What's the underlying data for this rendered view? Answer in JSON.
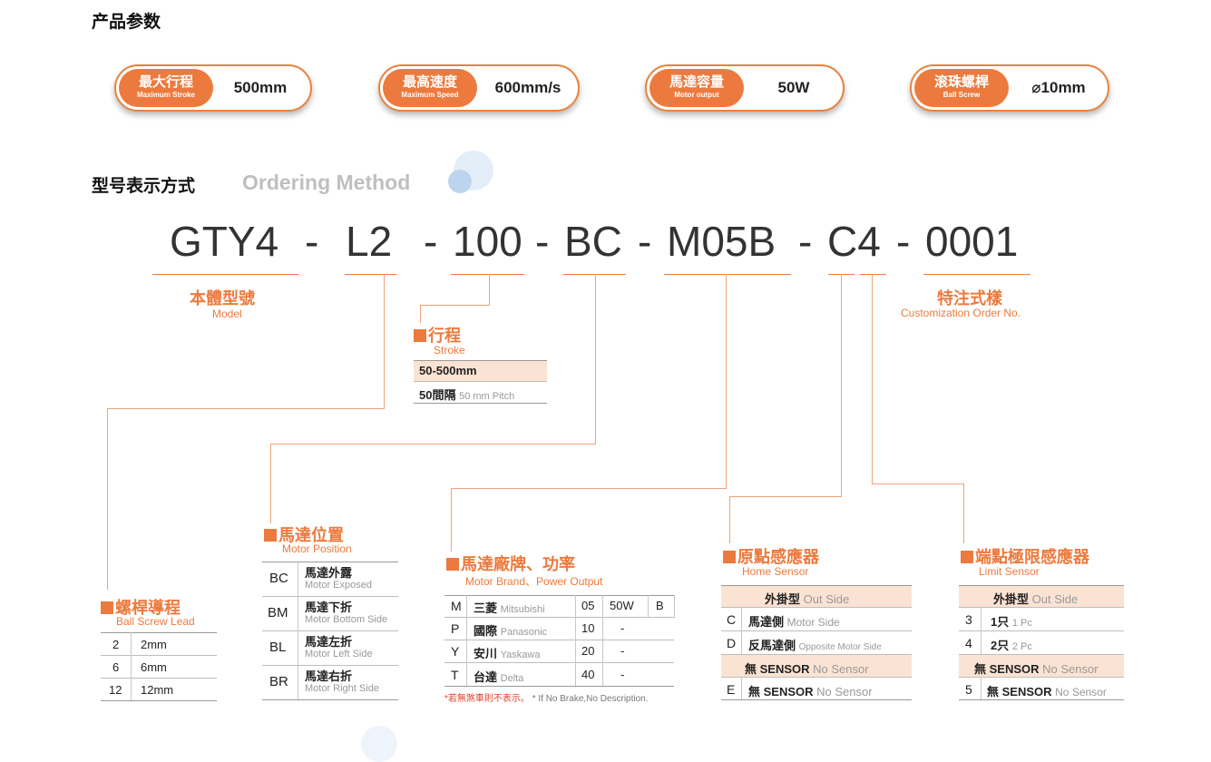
{
  "headings": {
    "params": "产品参数",
    "ordering_zh": "型号表示方式",
    "ordering_en": "Ordering Method"
  },
  "params": [
    {
      "zh": "最大行程",
      "en": "Maximum Stroke",
      "value": "500mm"
    },
    {
      "zh": "最高速度",
      "en": "Maximum Speed",
      "value": "600mm/s"
    },
    {
      "zh": "馬達容量",
      "en": "Motor output",
      "value": "50W"
    },
    {
      "zh": "滚珠螺桿",
      "en": "Ball Screw",
      "value": "⌀10mm"
    }
  ],
  "code": {
    "seg0": "GTY4",
    "seg1": "L2",
    "seg2": "100",
    "seg3": "BC",
    "seg4": "M05B",
    "seg5": "C4",
    "seg6": "0001",
    "sep": "-"
  },
  "model": {
    "zh": "本體型號",
    "en": "Model"
  },
  "custom": {
    "zh": "特注式樣",
    "en": "Customization Order No."
  },
  "stroke": {
    "zh": "行程",
    "en": "Stroke",
    "row1": "50-500mm",
    "row2_zh": "50間隔",
    "row2_en": "50 mm Pitch"
  },
  "lead": {
    "zh": "螺桿導程",
    "en": "Ball Screw Lead",
    "rows": [
      {
        "code": "2",
        "val": "2mm"
      },
      {
        "code": "6",
        "val": "6mm"
      },
      {
        "code": "12",
        "val": "12mm"
      }
    ]
  },
  "position": {
    "zh": "馬達位置",
    "en": "Motor Position",
    "rows": [
      {
        "code": "BC",
        "zh": "馬達外露",
        "en": "Motor Exposed"
      },
      {
        "code": "BM",
        "zh": "馬達下折",
        "en": "Motor Bottom Side"
      },
      {
        "code": "BL",
        "zh": "馬達左折",
        "en": "Motor Left Side"
      },
      {
        "code": "BR",
        "zh": "馬達右折",
        "en": "Motor Right Side"
      }
    ]
  },
  "brand": {
    "zh": "馬達廠牌、功率",
    "en": "Motor Brand、Power Output",
    "rows": [
      {
        "code": "M",
        "zh": "三菱",
        "en": "Mitsubishi",
        "num": "05",
        "pw": "50W",
        "b": "B"
      },
      {
        "code": "P",
        "zh": "國際",
        "en": "Panasonic",
        "num": "10",
        "pw": "-",
        "b": ""
      },
      {
        "code": "Y",
        "zh": "安川",
        "en": "Yaskawa",
        "num": "20",
        "pw": "-",
        "b": ""
      },
      {
        "code": "T",
        "zh": "台達",
        "en": "Delta",
        "num": "40",
        "pw": "-",
        "b": ""
      }
    ],
    "note_zh": "*若無煞車則不表示。",
    "note_en": "* If No Brake,No Description."
  },
  "home": {
    "zh": "原點感應器",
    "en": "Home Sensor",
    "head_zh": "外掛型",
    "head_en": "Out Side",
    "rows": [
      {
        "code": "C",
        "zh": "馬達側",
        "en": "Motor Side"
      },
      {
        "code": "D",
        "zh": "反馬達側",
        "en": "Opposite Motor Side"
      }
    ],
    "sub_zh": "無 SENSOR",
    "sub_en": "No Sensor",
    "last": {
      "code": "E",
      "zh": "無 SENSOR",
      "en": "No Sensor"
    }
  },
  "limit": {
    "zh": "端點極限感應器",
    "en": "Limit Sensor",
    "head_zh": "外掛型",
    "head_en": "Out Side",
    "rows": [
      {
        "code": "3",
        "zh": "1只",
        "en": "1 Pc"
      },
      {
        "code": "4",
        "zh": "2只",
        "en": "2 Pc"
      }
    ],
    "sub_zh": "無 SENSOR",
    "sub_en": "No Sensor",
    "last": {
      "code": "5",
      "zh": "無 SENSOR",
      "en": "No Sensor"
    }
  },
  "colors": {
    "accent": "#ec7a3e",
    "peach": "#fbe3d3",
    "dot": "#cfe0f2"
  }
}
